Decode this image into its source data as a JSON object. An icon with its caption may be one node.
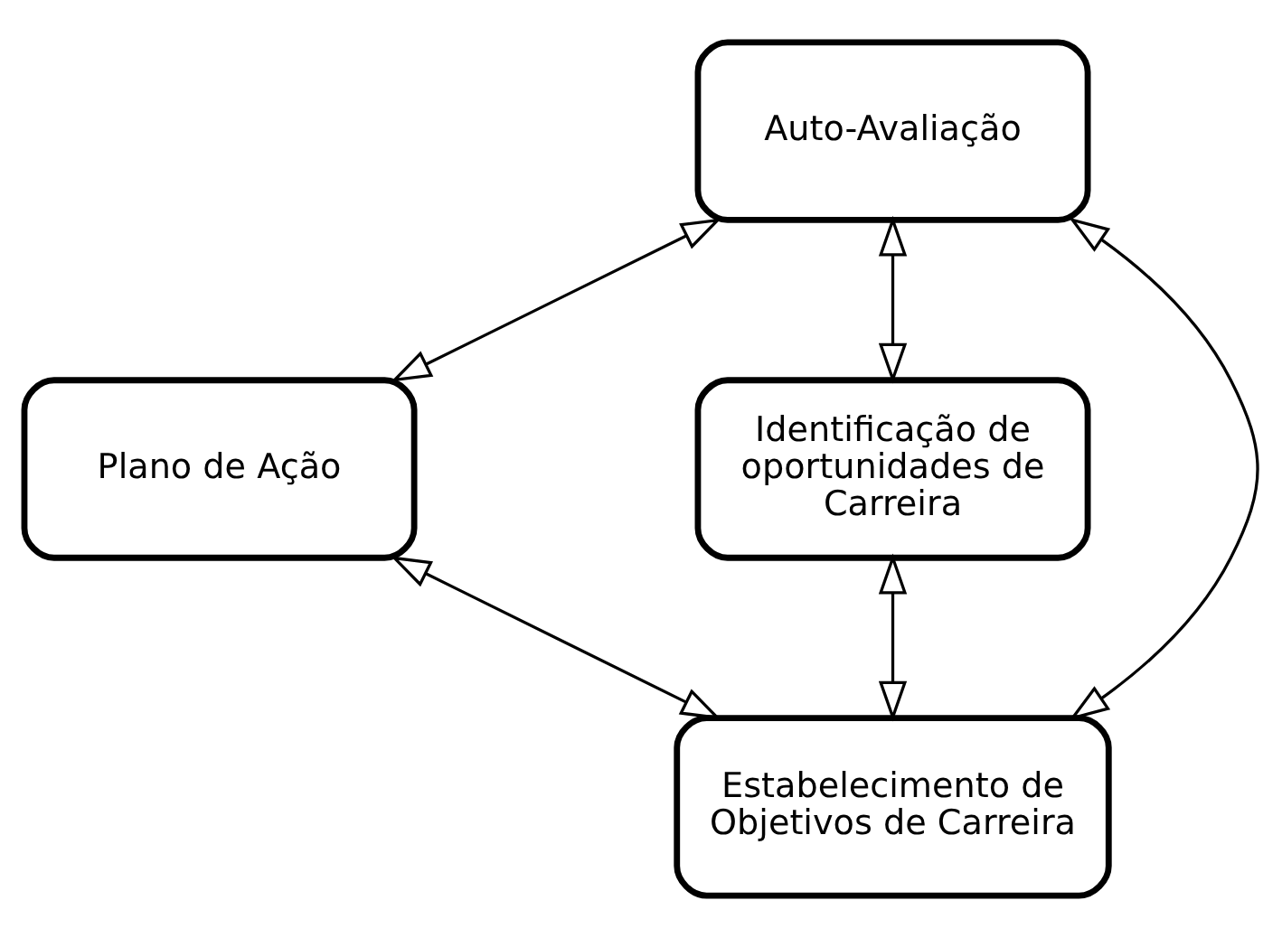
{
  "diagram": {
    "nodes": [
      {
        "text": [
          "Auto-Avaliação"
        ]
      },
      {
        "text": [
          "Plano de Ação"
        ]
      },
      {
        "text": [
          "Identificação de oportunidades de Carreira"
        ]
      },
      {
        "text": [
          "Estabelecimento de Objetivos de Carreira"
        ]
      }
    ],
    "edges": [
      {
        "from": 0,
        "to": 1,
        "arrow": "both"
      },
      {
        "from": 0,
        "to": 3,
        "arrow": "both"
      },
      {
        "from": 0,
        "to": 2,
        "arrow": "both"
      },
      {
        "from": 1,
        "to": 3,
        "arrow": "both"
      },
      {
        "from": 2,
        "to": 3,
        "arrow": "both"
      }
    ]
  }
}
